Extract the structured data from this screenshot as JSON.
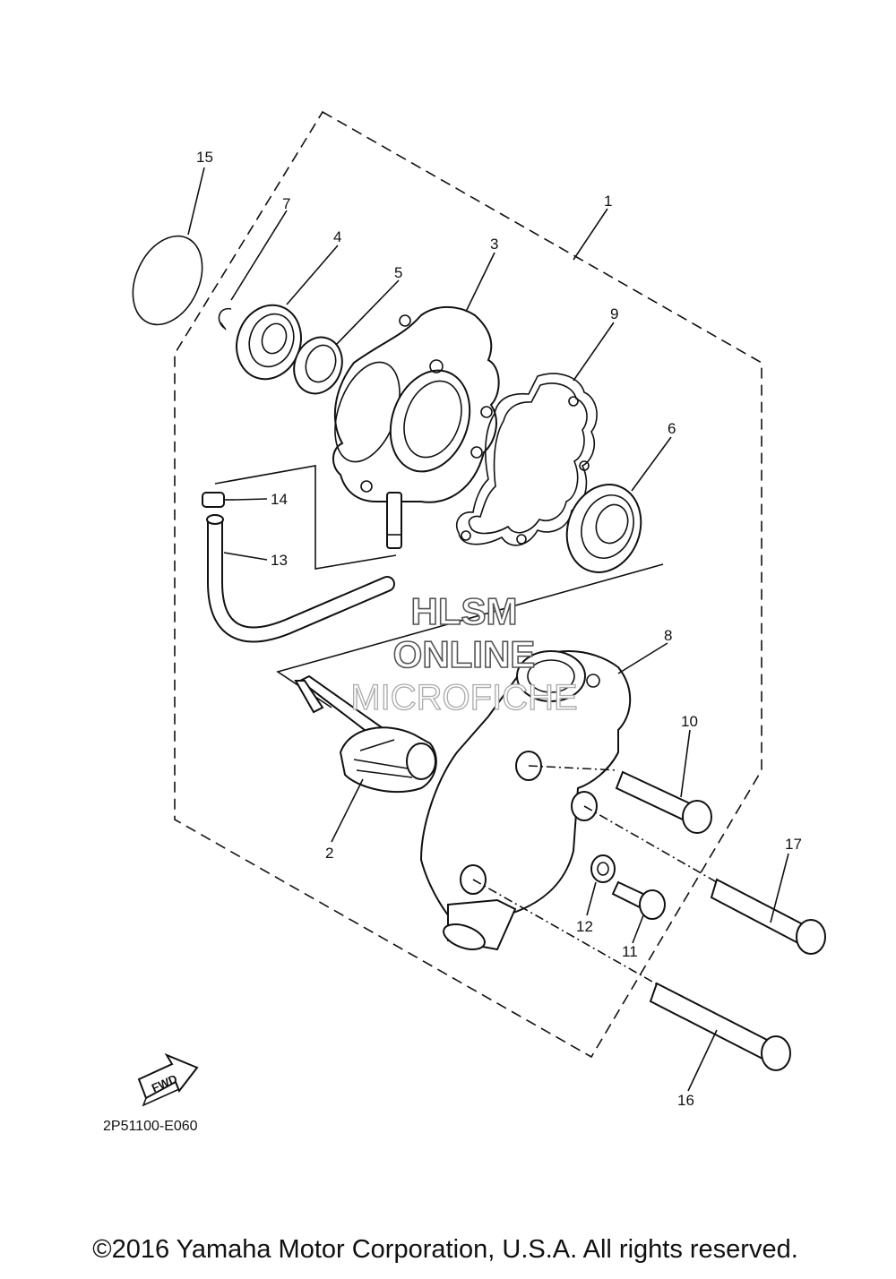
{
  "diagram": {
    "code": "2P51100-E060",
    "copyright": "©2016 Yamaha Motor Corporation, U.S.A. All rights reserved.",
    "fwd_label": "FWD",
    "watermark": [
      "HLSM",
      "ONLINE",
      "MICROFICHE"
    ],
    "callouts": [
      "1",
      "2",
      "3",
      "4",
      "5",
      "6",
      "7",
      "8",
      "9",
      "10",
      "11",
      "12",
      "13",
      "14",
      "15",
      "16",
      "17"
    ]
  }
}
